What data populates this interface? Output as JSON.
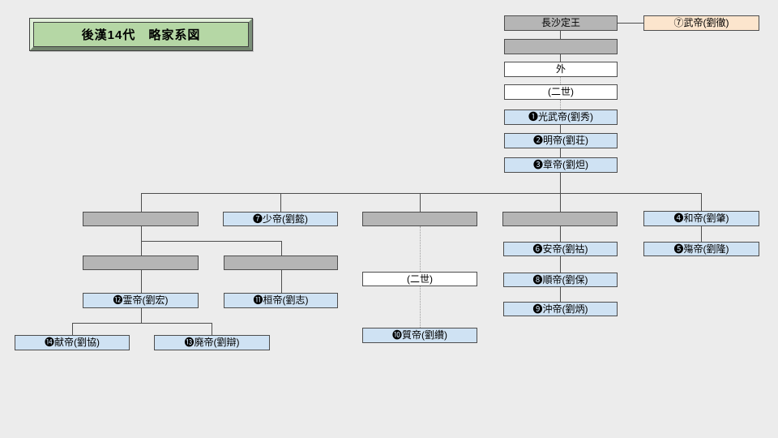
{
  "title": "後漢14代　略家系図",
  "colors": {
    "background": "#ececec",
    "box_border": "#4d4d4d",
    "line": "#4d4d4d",
    "dotted_line": "#9e9e9e",
    "gray_fill": "#b5b5b5",
    "blue_fill": "#cfe2f3",
    "white_fill": "#ffffff",
    "peach_fill": "#fce5cd",
    "green_fill": "#b5d7a5",
    "text": "#000000"
  },
  "nodes": {
    "changsha_king": {
      "label": "長沙定王"
    },
    "wu_emperor": {
      "label": "⑦武帝(劉徹)"
    },
    "soto": {
      "label": "外"
    },
    "nisei_upper": {
      "label": "(二世)"
    },
    "nisei_middle": {
      "label": "(二世)"
    },
    "e1": {
      "label": "❶光武帝(劉秀)"
    },
    "e2": {
      "label": "❷明帝(劉荘)"
    },
    "e3": {
      "label": "❸章帝(劉炟)"
    },
    "e4": {
      "label": "❹和帝(劉肇)"
    },
    "e5": {
      "label": "❺殤帝(劉隆)"
    },
    "e6": {
      "label": "❻安帝(劉祜)"
    },
    "e7": {
      "label": "❼少帝(劉懿)"
    },
    "e8": {
      "label": "❽順帝(劉保)"
    },
    "e9": {
      "label": "❾沖帝(劉炳)"
    },
    "e10": {
      "label": "❿質帝(劉纘)"
    },
    "e11": {
      "label": "⓫桓帝(劉志)"
    },
    "e12": {
      "label": "⓬霊帝(劉宏)"
    },
    "e13": {
      "label": "⓭廃帝(劉辯)"
    },
    "e14": {
      "label": "⓮献帝(劉協)"
    }
  }
}
